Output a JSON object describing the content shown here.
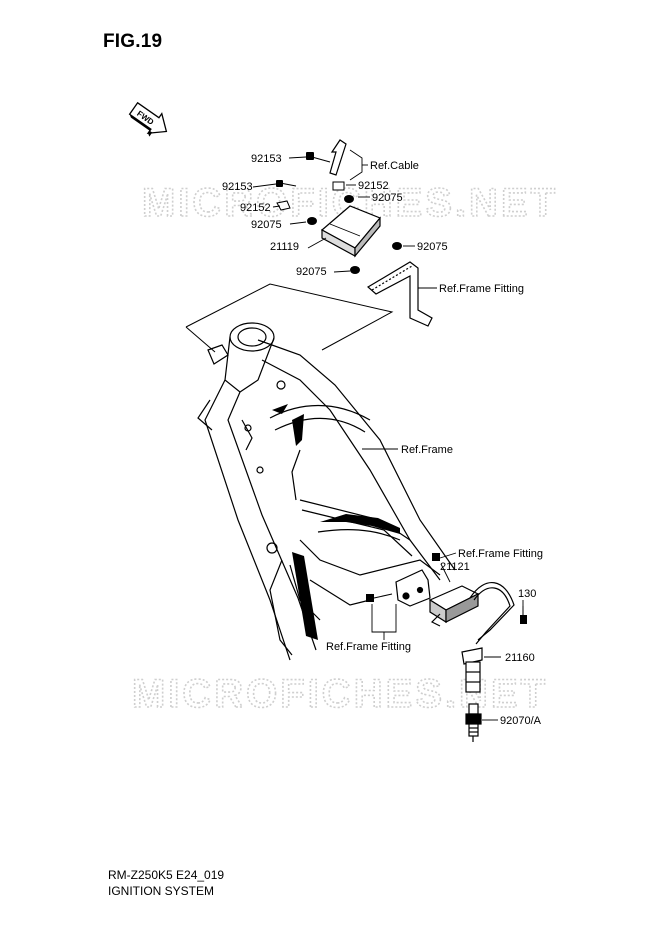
{
  "figure": {
    "title": "FIG.19"
  },
  "watermark": {
    "text": "MICROFICHES.NET",
    "color": "#c8c8c8"
  },
  "orientation": {
    "icon": "fwd-arrow-icon",
    "label": "FWD"
  },
  "callouts": {
    "c92153a": "92153",
    "c92153b": "92153",
    "c92152a": "92152",
    "c92152b": "92152",
    "c92075a": "92075",
    "c92075b": "92075",
    "c92075c": "92075",
    "c92075d": "92075",
    "c21119": "21119",
    "c21121": "21121",
    "c21160": "21160",
    "c130": "130",
    "c92070": "92070/A",
    "refCable": "Ref.Cable",
    "refFrame": "Ref.Frame",
    "refFrameFitting1": "Ref.Frame Fitting",
    "refFrameFitting2": "Ref.Frame Fitting",
    "refFrameFitting3": "Ref.Frame Fitting"
  },
  "footer": {
    "model_code": "RM-Z250K5 E24_019",
    "caption": "IGNITION SYSTEM"
  }
}
